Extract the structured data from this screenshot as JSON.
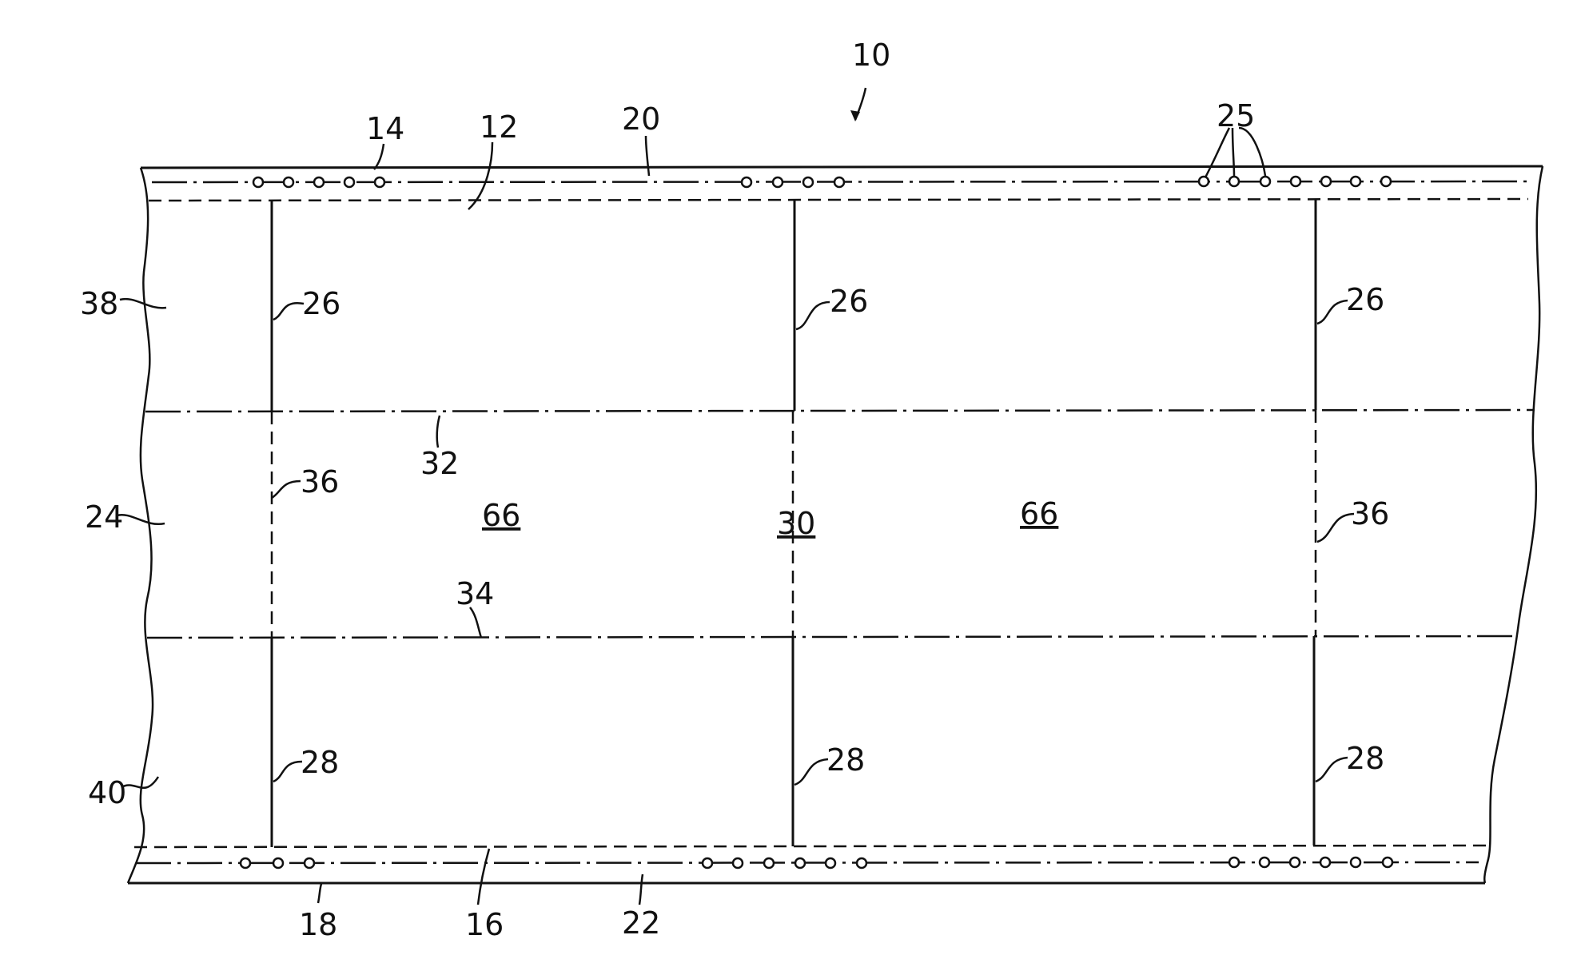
{
  "labels": {
    "l10": "10",
    "l12": "12",
    "l14": "14",
    "l16": "16",
    "l18": "18",
    "l20": "20",
    "l22": "22",
    "l24": "24",
    "l25": "25",
    "l26": "26",
    "l28": "28",
    "l30": "30",
    "l32": "32",
    "l34": "34",
    "l36": "36",
    "l38": "38",
    "l40": "40",
    "l66": "66"
  },
  "line_color": "#111111",
  "background_color": "#ffffff"
}
